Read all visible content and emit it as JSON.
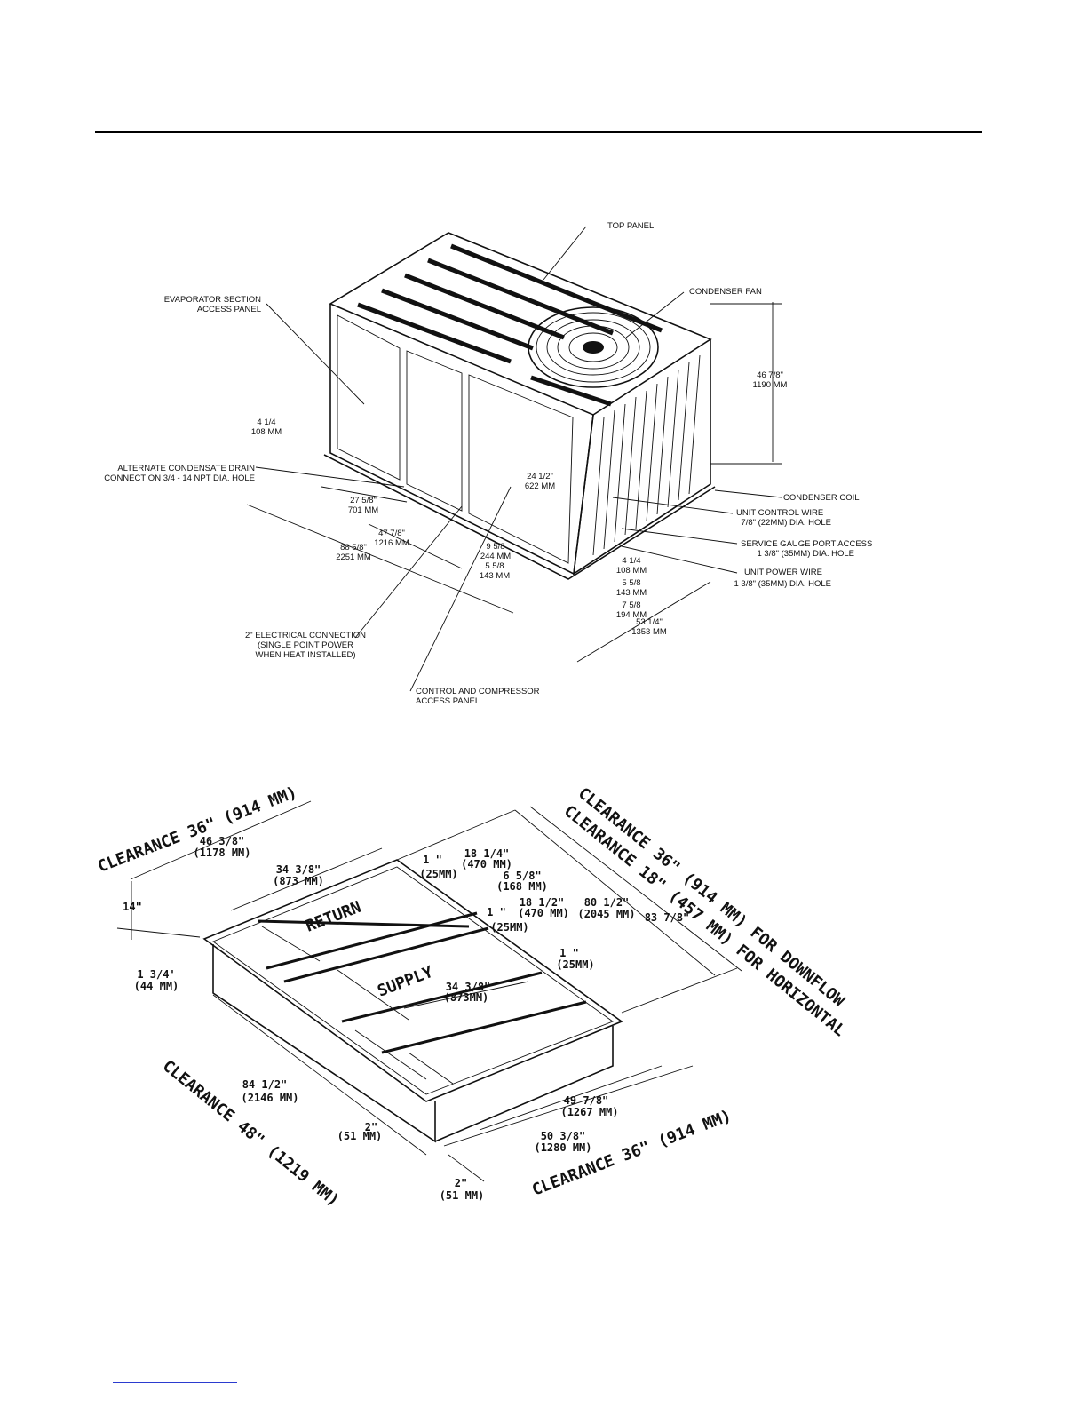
{
  "top_figure": {
    "labels": {
      "top_panel": "TOP PANEL",
      "condenser_fan": "CONDENSER FAN",
      "evap_1": "EVAPORATOR SECTION",
      "evap_2": "ACCESS PANEL",
      "dim_4_1_4": "4 1/4",
      "dim_108": "108 MM",
      "alt_drain_1": "ALTERNATE CONDENSATE DRAIN",
      "alt_drain_2": "CONNECTION 3/4 - 14 NPT DIA. HOLE",
      "dim_27": "27 5/8\"",
      "dim_701": "701 MM",
      "dim_47": "47 7/8\"",
      "dim_1216": "1216 MM",
      "dim_88": "88 5/8\"",
      "dim_2251": "2251 MM",
      "dim_24": "24 1/2\"",
      "dim_622": "622 MM",
      "dim_9": "9 5/8",
      "dim_244": "244 MM",
      "dim_5a": "5 5/8",
      "dim_143a": "143 MM",
      "dim_46": "46 7/8\"",
      "dim_1190": "1190 MM",
      "condenser_coil": "CONDENSER COIL",
      "unit_control_1": "UNIT CONTROL WIRE",
      "unit_control_2": "7/8\" (22MM) DIA. HOLE",
      "service_1": "SERVICE GAUGE PORT ACCESS",
      "service_2": "1 3/8\" (35MM) DIA. HOLE",
      "unit_power_1": "UNIT POWER WIRE",
      "unit_power_2": "1 3/8\" (35MM) DIA. HOLE",
      "dim_4b": "4 1/4",
      "dim_108b": "108 MM",
      "dim_5b": "5 5/8",
      "dim_143b": "143 MM",
      "dim_7": "7 5/8",
      "dim_194": "194 MM",
      "dim_53": "53 1/4\"",
      "dim_1353": "1353 MM",
      "elec_1": "2\" ELECTRICAL CONNECTION",
      "elec_2": "(SINGLE POINT POWER",
      "elec_3": "WHEN HEAT INSTALLED)",
      "ctrl_1": "CONTROL AND COMPRESSOR",
      "ctrl_2": "ACCESS PANEL"
    }
  },
  "bottom_figure": {
    "labels": {
      "clr_top_left": "CLEARANCE 36\" (914 MM)",
      "d46": "46 3/8\"",
      "d1178": "(1178 MM)",
      "d34a": "34 3/8\"",
      "d873a": "(873 MM)",
      "d14": "14\"",
      "d1_3_4": "1 3/4'",
      "d44": "(44 MM)",
      "return": "RETURN",
      "supply": "SUPPLY",
      "d1a": "1 \"",
      "d25a": "(25MM)",
      "d18a": "18 1/4\"",
      "d470a": "(470 MM)",
      "d6": "6 5/8\"",
      "d168": "(168 MM)",
      "d1b": "1 \"",
      "d18b": "18 1/2\"",
      "d470b": "(470 MM)",
      "d25b": "(25MM)",
      "d1c": "1 \"",
      "d25c": "(25MM)",
      "d34b": "34 3/8\"",
      "d873b": "(873MM)",
      "d80": "80 1/2\"",
      "d2045": "(2045 MM)",
      "d83": "83 7/8\"",
      "clr_right_1": "CLEARANCE 36\" (914 MM) FOR DOWNFLOW",
      "clr_right_2": "CLEARANCE 18\" (457 MM) FOR HORIZONTAL",
      "clr_left": "CLEARANCE 48\" (1219 MM)",
      "d84": "84 1/2\"",
      "d2146": "(2146 MM)",
      "d2a": "2\"",
      "d51a": "(51 MM)",
      "d49": "49 7/8\"",
      "d1267": "(1267 MM)",
      "d50": "50 3/8\"",
      "d1280": "(1280 MM)",
      "clr_bottom": "CLEARANCE 36\" (914 MM)",
      "d2b": "2\"",
      "d51b": "(51 MM)"
    }
  }
}
